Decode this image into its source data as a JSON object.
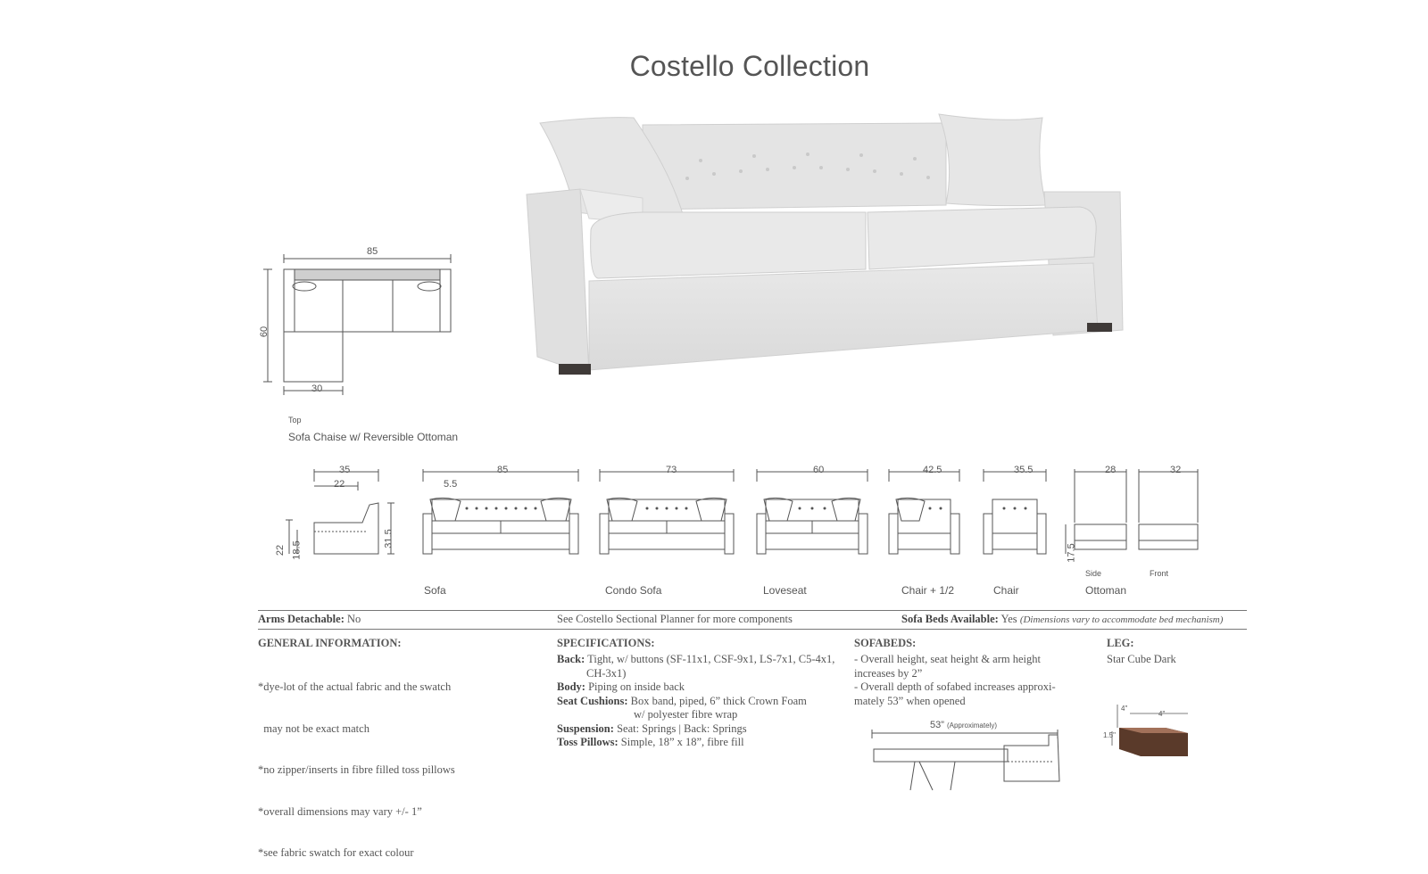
{
  "title": "Costello Collection",
  "chaise": {
    "width": "85",
    "depth": "60",
    "chaise_width": "30",
    "view": "Top",
    "caption": "Sofa Chaise w/ Reversible Ottoman"
  },
  "side_view": {
    "total_depth": "35",
    "seat_depth": "22",
    "arm_height": "22",
    "seat_height": "18.5",
    "back_height": "31.5"
  },
  "models": [
    {
      "name": "Sofa",
      "width": "85",
      "extra": "5.5"
    },
    {
      "name": "Condo Sofa",
      "width": "73"
    },
    {
      "name": "Loveseat",
      "width": "60"
    },
    {
      "name": "Chair + 1/2",
      "width": "42.5"
    },
    {
      "name": "Chair",
      "width": "35.5"
    }
  ],
  "ottoman": {
    "name": "Ottoman",
    "side_width": "28",
    "front_width": "32",
    "height": "17.5",
    "side_label": "Side",
    "front_label": "Front"
  },
  "info_bar": {
    "arms_label": "Arms Detachable:",
    "arms_value": "No",
    "planner": "See Costello Sectional Planner for more components",
    "sofabeds_label": "Sofa Beds Available:",
    "sofabeds_value": "Yes",
    "sofabeds_note": "(Dimensions vary to accommodate bed mechanism)"
  },
  "general": {
    "heading": "GENERAL INFORMATION:",
    "lines": [
      "*dye-lot of the actual fabric and the swatch",
      "  may not be exact match",
      "*no zipper/inserts in fibre filled toss pillows",
      "*overall dimensions may vary +/- 1”",
      "*see fabric swatch for exact colour"
    ]
  },
  "specs": {
    "heading": "SPECIFICATIONS:",
    "back_label": "Back:",
    "back_value": "Tight, w/ buttons (SF-11x1, CSF-9x1, LS-7x1, C5-4x1,",
    "back_value2": "CH-3x1)",
    "body_label": "Body:",
    "body_value": "Piping on inside back",
    "seat_label": "Seat Cushions:",
    "seat_value": "Box band, piped, 6” thick Crown Foam",
    "seat_value2": "w/ polyester fibre wrap",
    "susp_label": "Suspension:",
    "susp_value": "Seat: Springs  |  Back: Springs",
    "toss_label": "Toss Pillows:",
    "toss_value": "Simple, 18” x 18”, fibre fill"
  },
  "sofabeds": {
    "heading": "SOFABEDS:",
    "lines": [
      "- Overall height, seat height & arm height",
      "increases by 2”",
      "- Overall depth of sofabed increases approxi-",
      "mately 53” when opened"
    ],
    "depth": "53”",
    "approx": "(Approximately)"
  },
  "leg": {
    "heading": "LEG:",
    "value": "Star Cube Dark",
    "dim_a": "4\"",
    "dim_b": "4\"",
    "dim_c": "1.5\""
  },
  "colors": {
    "fabric": "#e2e2e2",
    "leg": "#5a3a2a",
    "line": "#555555"
  }
}
